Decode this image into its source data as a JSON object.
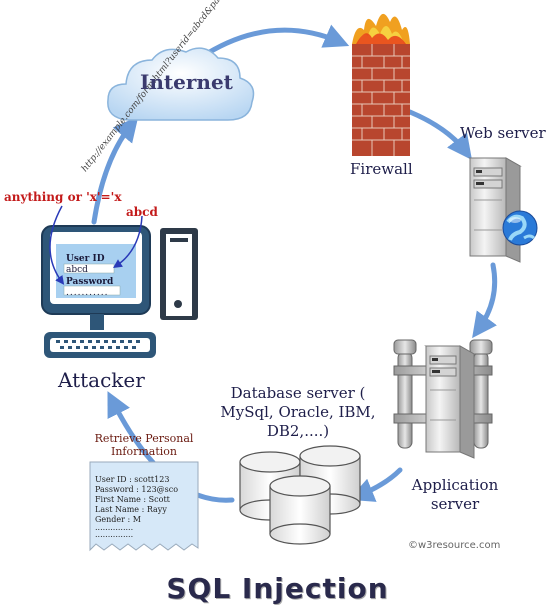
{
  "nodes": {
    "internet": "Internet",
    "firewall": "Firewall",
    "web_server": "Web server",
    "attacker": "Attacker",
    "database_server": "Database server ( MySql, Oracle, IBM, DB2,....)",
    "application_server": "Application server"
  },
  "attack": {
    "url": "http://example.com/form.html?userid=abcd&password=anything or 'x'='x",
    "injected_password": "anything or 'x'='x",
    "injected_userid": "abcd"
  },
  "login_form": {
    "userid_label": "User ID",
    "userid_value": "abcd",
    "password_label": "Password",
    "password_value": "..........."
  },
  "retrieve_label": "Retrieve Personal Information",
  "record": [
    "User ID : scott123",
    "Password : 123@sco",
    "First Name : Scott",
    "Last Name : Rayy",
    "Gender : M",
    "...............",
    "..............."
  ],
  "copyright": "©w3resource.com",
  "title": "SQL Injection",
  "colors": {
    "flow_arrow": "#6a9ad8",
    "attack_text": "#c31a1a",
    "attack_arrow": "#2a3ab8",
    "globe": "#2a7ad8",
    "screen": "#a8d0f0"
  }
}
